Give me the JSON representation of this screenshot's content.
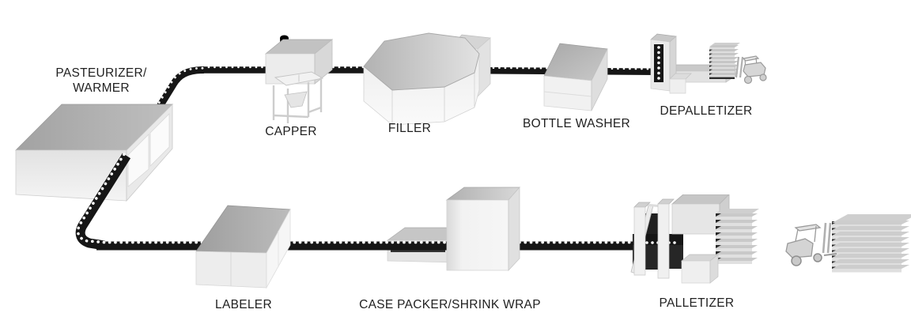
{
  "diagram": {
    "background": "#ffffff",
    "belt_color": "#161616",
    "belt_dot_color": "#ffffff",
    "text_color": "#1f1f1f",
    "stations": {
      "pasteurizer": {
        "line1": "PASTEURIZER/",
        "line2": "WARMER"
      },
      "capper": {
        "label": "CAPPER"
      },
      "filler": {
        "label": "FILLER"
      },
      "bottle_washer": {
        "label": "BOTTLE WASHER"
      },
      "depalletizer": {
        "label": "DEPALLETIZER"
      },
      "labeler": {
        "label": "LABELER"
      },
      "case_packer": {
        "label": "CASE PACKER/SHRINK WRAP"
      },
      "palletizer": {
        "label": "PALLETIZER"
      }
    }
  }
}
